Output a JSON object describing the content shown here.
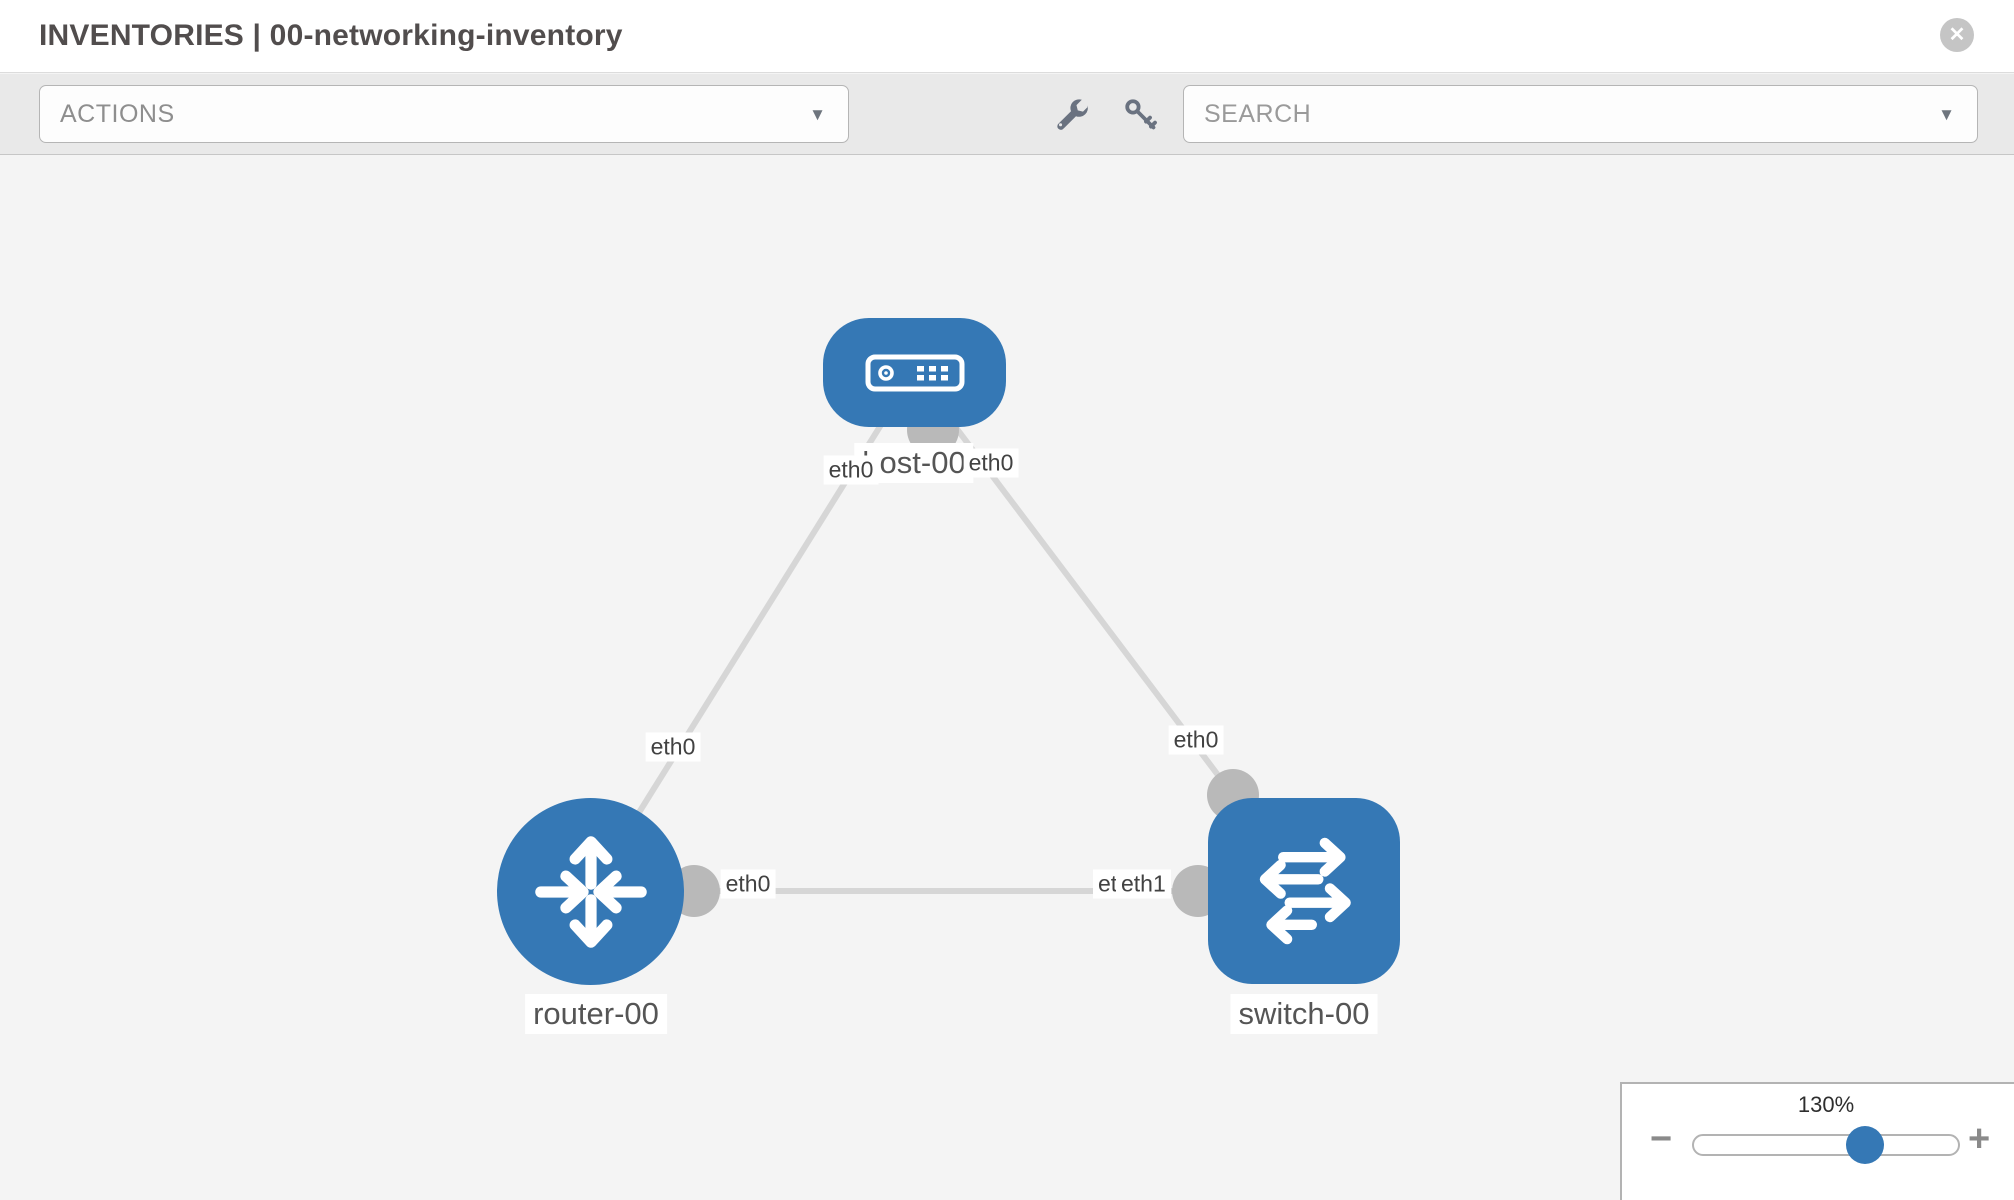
{
  "header": {
    "title": "INVENTORIES | 00-networking-inventory"
  },
  "toolbar": {
    "actions_label": "ACTIONS",
    "search_placeholder": "SEARCH"
  },
  "icons": {
    "caret_down": "▼",
    "close": "✕",
    "zoom_out": "−",
    "zoom_in": "+"
  },
  "topology": {
    "nodes": [
      {
        "id": "host-00",
        "type": "host",
        "label": "host-00"
      },
      {
        "id": "router-00",
        "type": "router",
        "label": "router-00"
      },
      {
        "id": "switch-00",
        "type": "switch",
        "label": "switch-00"
      }
    ],
    "links": [
      {
        "from": "host-00",
        "from_port": "eth0",
        "to": "router-00",
        "to_port": "eth0"
      },
      {
        "from": "host-00",
        "from_port": "eth0",
        "to": "switch-00",
        "to_port": "eth0"
      },
      {
        "from": "router-00",
        "from_port": "eth0",
        "to": "switch-00",
        "to_port": "eth1"
      }
    ],
    "port_labels": {
      "host_router_host_end": "eth0",
      "host_router_router_end": "eth0",
      "host_switch_host_end": "eth0",
      "host_switch_switch_end": "eth0",
      "router_switch_router_end": "eth0",
      "router_switch_switch_end_back": "eth0",
      "router_switch_switch_end_front": "eth1"
    }
  },
  "zoom_control": {
    "level": "130%"
  },
  "colors": {
    "node_blue": "#3578b5",
    "link_gray": "#d6d6d6",
    "port_gray": "#b9b9b9",
    "toolbar_bg": "#e9e9e9",
    "canvas_bg": "#f4f4f4"
  }
}
